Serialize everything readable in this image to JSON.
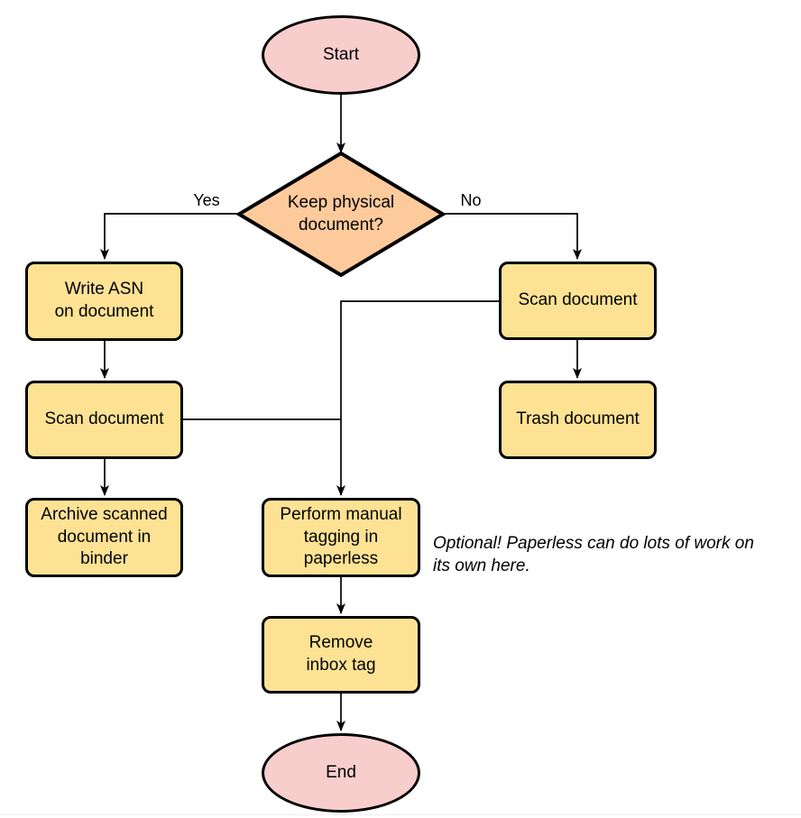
{
  "diagram": {
    "type": "flowchart",
    "colors": {
      "terminal_fill": "#f8cecc",
      "decision_fill": "#fdca9b",
      "process_fill": "#fde294",
      "stroke": "#000000"
    },
    "nodes": {
      "start": {
        "label": "Start",
        "shape": "ellipse"
      },
      "decision": {
        "label": "Keep physical\ndocument?",
        "shape": "diamond"
      },
      "write_asn": {
        "label": "Write ASN\non document",
        "shape": "rect"
      },
      "scan_left": {
        "label": "Scan document",
        "shape": "rect"
      },
      "archive": {
        "label": "Archive scanned\ndocument in\nbinder",
        "shape": "rect"
      },
      "scan_right": {
        "label": "Scan document",
        "shape": "rect"
      },
      "trash": {
        "label": "Trash document",
        "shape": "rect"
      },
      "tagging": {
        "label": "Perform manual\ntagging in\npaperless",
        "shape": "rect"
      },
      "remove_inbox": {
        "label": "Remove\ninbox tag",
        "shape": "rect"
      },
      "end": {
        "label": "End",
        "shape": "ellipse"
      }
    },
    "edge_labels": {
      "yes": "Yes",
      "no": "No"
    },
    "note": "Optional! Paperless can do lots of work on\nits own here."
  }
}
